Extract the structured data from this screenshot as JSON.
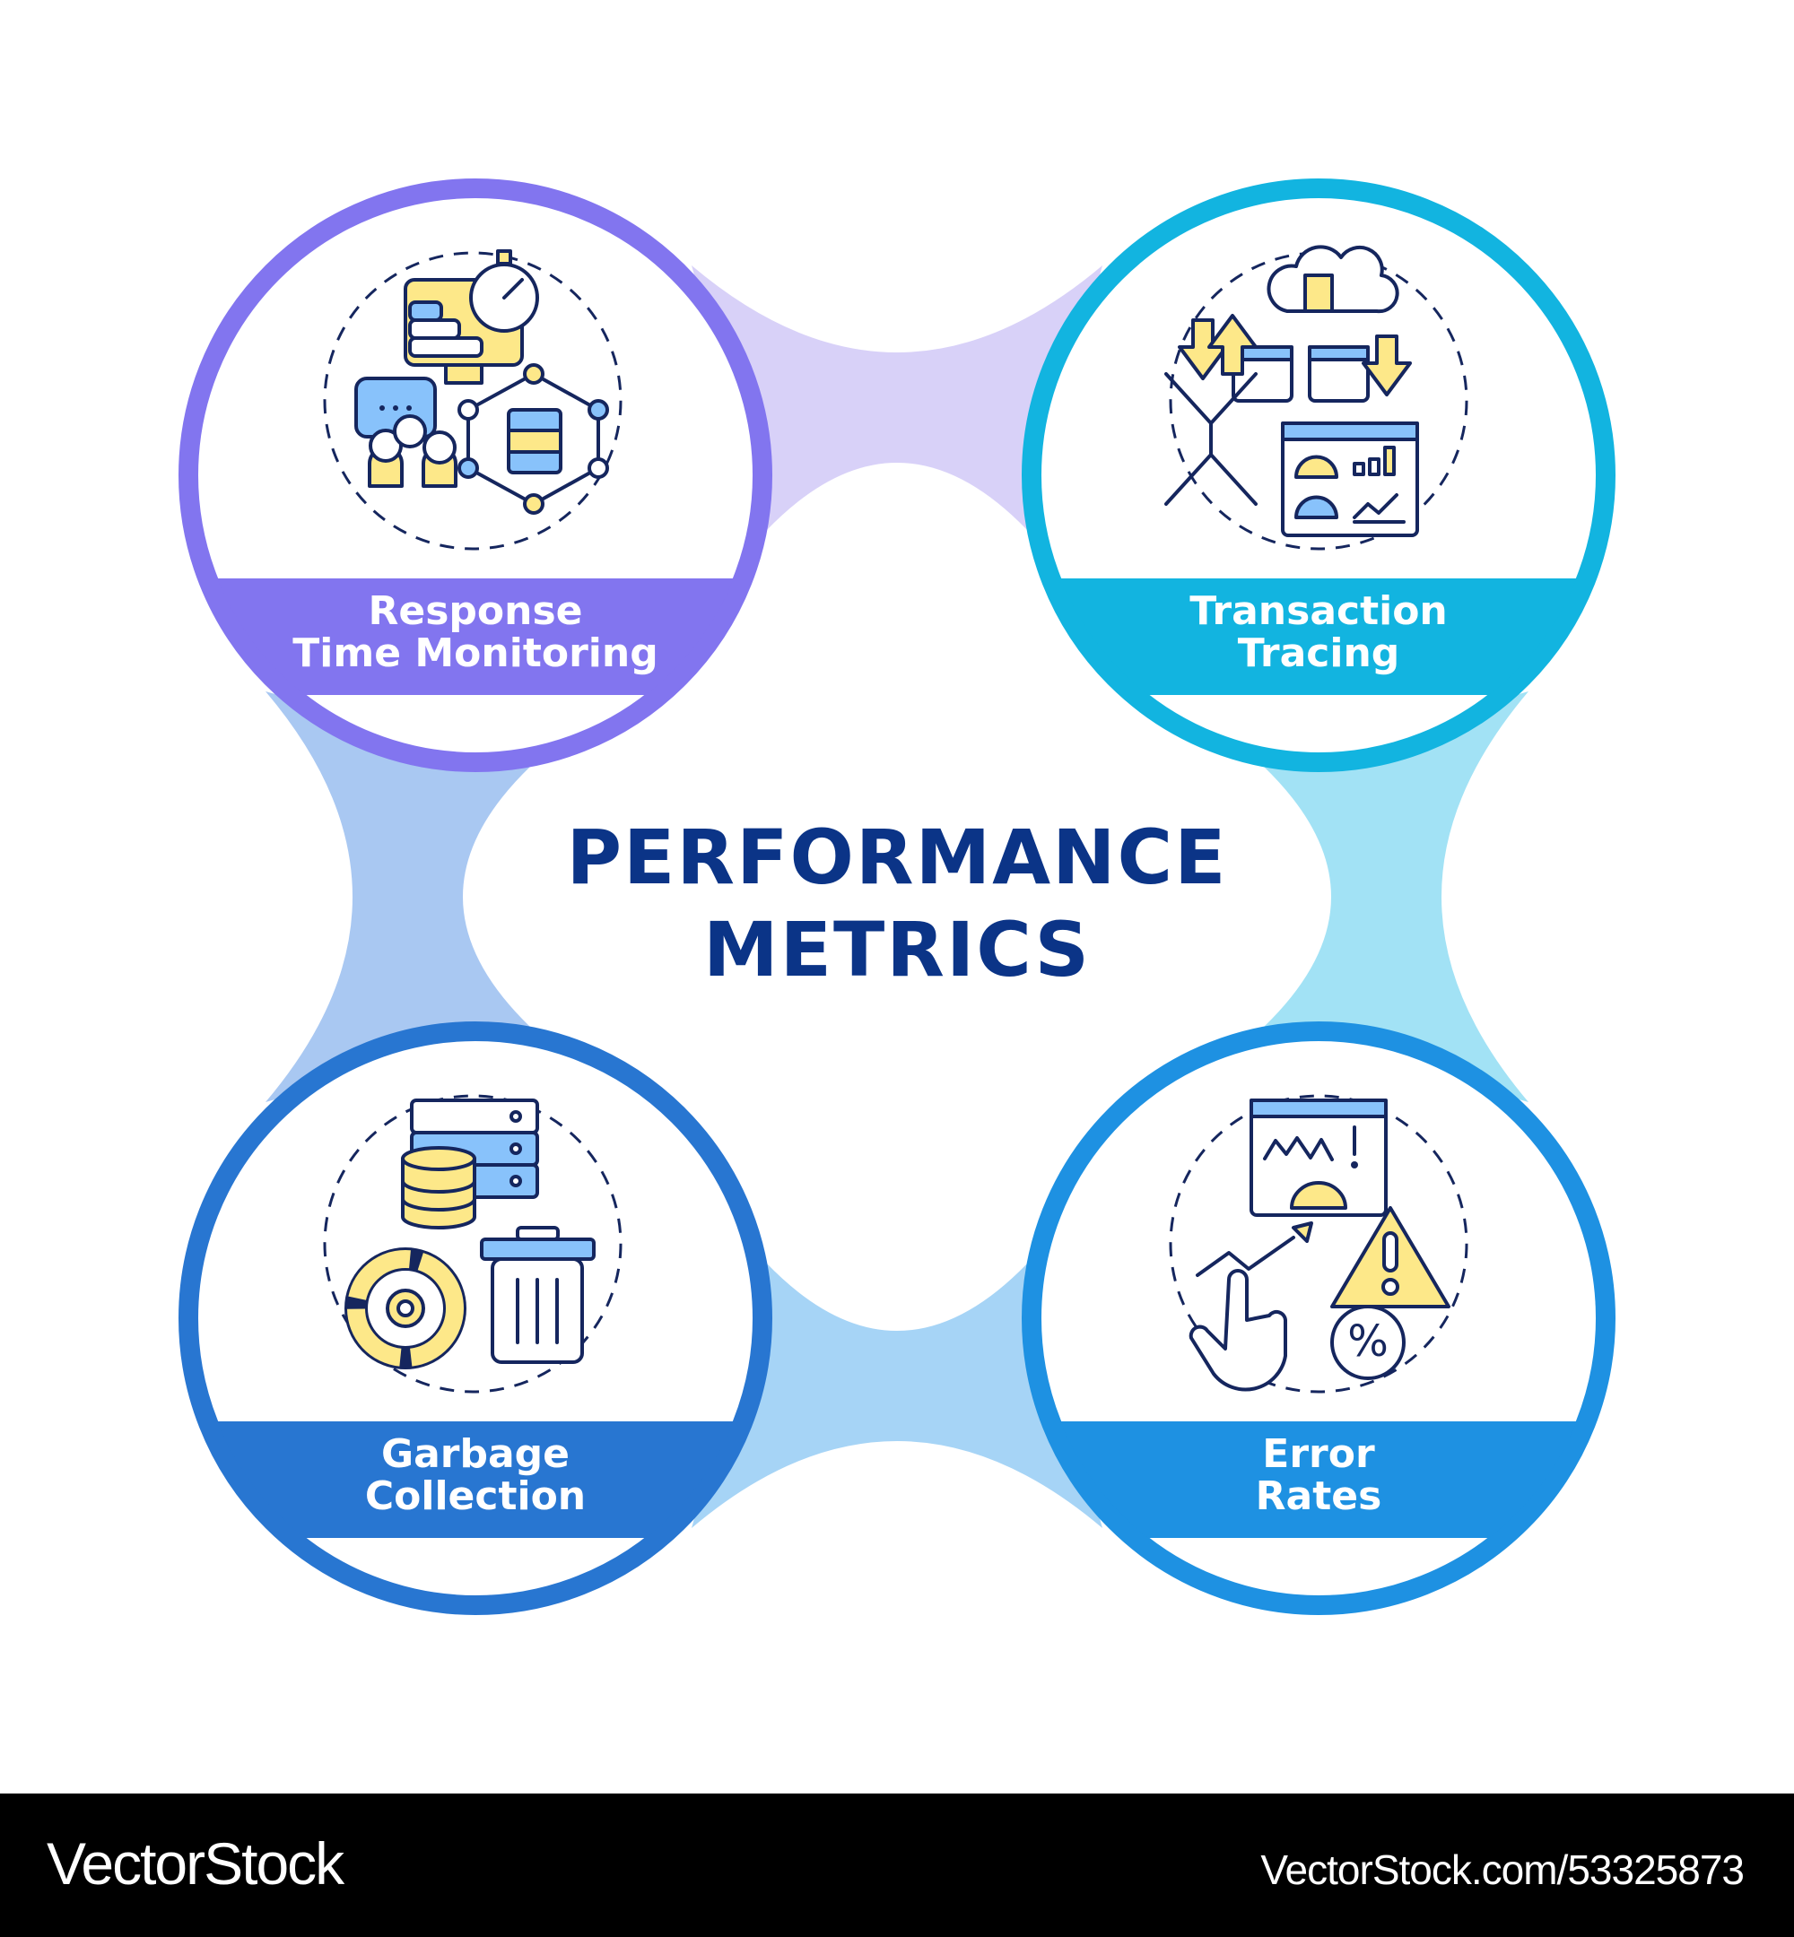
{
  "title": {
    "line1": "PERFORMANCE",
    "line2": "METRICS"
  },
  "colors": {
    "response": "#8275ef",
    "transaction": "#12b4e0",
    "garbage": "#2876d1",
    "error": "#1e91e2",
    "title": "#0b3487",
    "yellow": "#fde889",
    "lightblue": "#88c2fb"
  },
  "metrics": [
    {
      "line1": "Response",
      "line2": "Time Monitoring",
      "icon": "response-time-icon"
    },
    {
      "line1": "Transaction",
      "line2": "Tracing",
      "icon": "transaction-tracing-icon"
    },
    {
      "line1": "Garbage",
      "line2": "Collection",
      "icon": "garbage-collection-icon"
    },
    {
      "line1": "Error",
      "line2": "Rates",
      "icon": "error-rates-icon"
    }
  ],
  "footer": {
    "brand": "VectorStock",
    "url": "VectorStock.com/53325873"
  }
}
